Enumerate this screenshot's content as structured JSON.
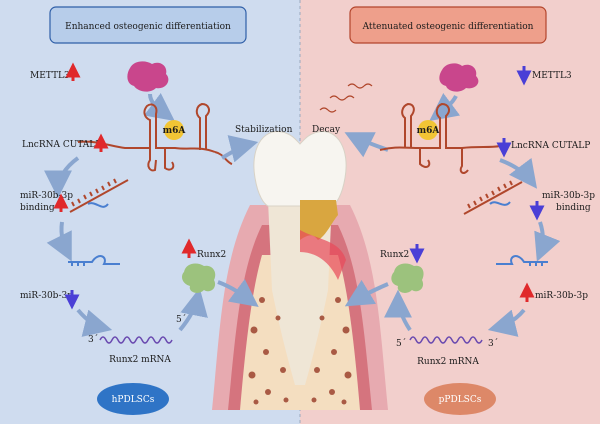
{
  "left": {
    "title": "Enhanced osteogenic differentiation",
    "mettl3": "METTL3",
    "m6a": "m6A",
    "stabilization": "Stabilization",
    "lncrna": "LncRNA CUTALP",
    "mir_binding_1": "miR-30b-3p",
    "mir_binding_2": "binding",
    "runx2": "Runx2",
    "mir": "miR-30b-3p",
    "three_prime": "3´",
    "five_prime": "5´",
    "runx2_mrna": "Runx2 mRNA",
    "cell": "hPDLSCs"
  },
  "right": {
    "title": "Attenuated osteogenic differentiation",
    "mettl3": "METTL3",
    "m6a": "m6A",
    "decay": "Decay",
    "lncrna": "LncRNA CUTALP",
    "mir_binding_1": "miR-30b-3p",
    "mir_binding_2": "binding",
    "runx2": "Runx2",
    "mir": "miR-30b-3p",
    "five_prime": "5´",
    "three_prime": "3´",
    "runx2_mrna": "Runx2 mRNA",
    "cell": "pPDLSCs"
  },
  "colors": {
    "left_bg": "#cfdcef",
    "right_bg": "#f2cfcc",
    "left_title_box": "#b7cdea",
    "right_title_box": "#ee9f8b",
    "up_arrow": "#e0292b",
    "down_arrow": "#4a3fd6",
    "rna": "#b0472c",
    "m6a_dot": "#f2c535",
    "flow_arrow": "#8aa6cf",
    "protein_pink": "#c9468c",
    "protein_green": "#9cc27d",
    "hpdlsc_fill": "#2f74c6",
    "ppdlsc_fill": "#dd8868"
  }
}
